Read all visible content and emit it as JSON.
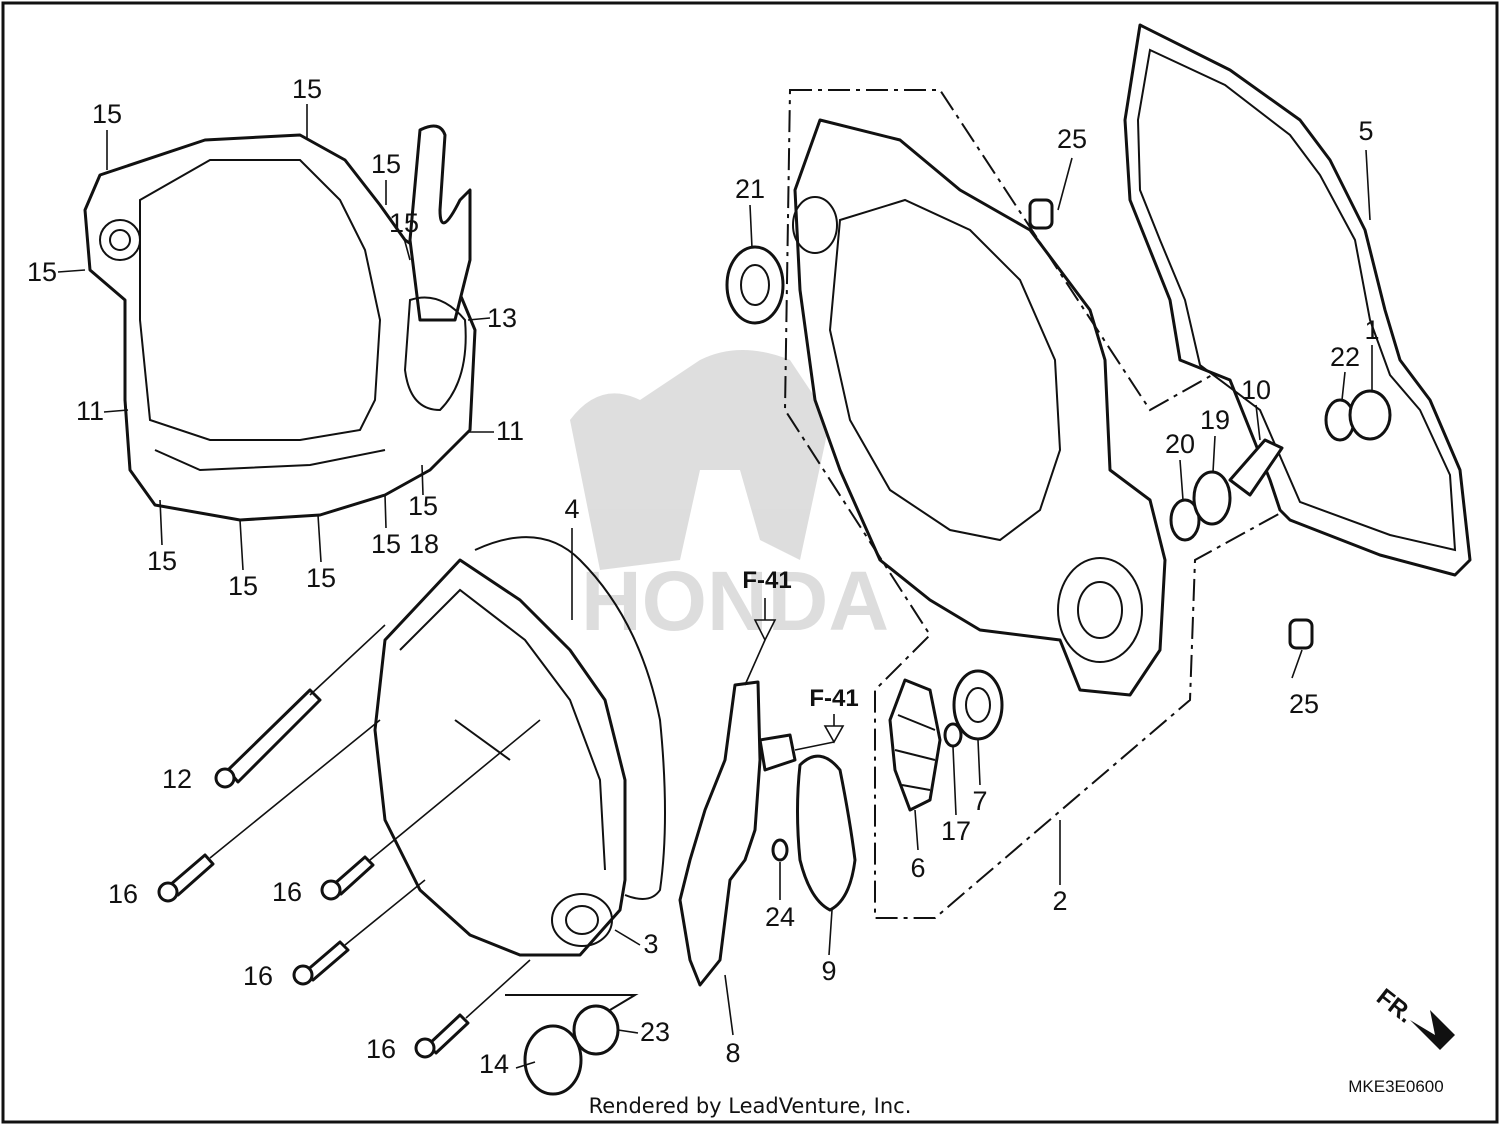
{
  "diagram": {
    "callouts": [
      {
        "id": "c15a",
        "label": "15"
      },
      {
        "id": "c15b",
        "label": "15"
      },
      {
        "id": "c15c",
        "label": "15"
      },
      {
        "id": "c15d",
        "label": "15"
      },
      {
        "id": "c15e",
        "label": "15"
      },
      {
        "id": "c15f",
        "label": "15"
      },
      {
        "id": "c15g",
        "label": "15"
      },
      {
        "id": "c15h",
        "label": "15"
      },
      {
        "id": "c15i",
        "label": "15"
      },
      {
        "id": "c15j",
        "label": "15"
      },
      {
        "id": "c13",
        "label": "13"
      },
      {
        "id": "c11a",
        "label": "11"
      },
      {
        "id": "c11b",
        "label": "11"
      },
      {
        "id": "c18",
        "label": "18"
      },
      {
        "id": "c4",
        "label": "4"
      },
      {
        "id": "c12",
        "label": "12"
      },
      {
        "id": "c16a",
        "label": "16"
      },
      {
        "id": "c16b",
        "label": "16"
      },
      {
        "id": "c16c",
        "label": "16"
      },
      {
        "id": "c16d",
        "label": "16"
      },
      {
        "id": "c3",
        "label": "3"
      },
      {
        "id": "c14",
        "label": "14"
      },
      {
        "id": "c23",
        "label": "23"
      },
      {
        "id": "c8",
        "label": "8"
      },
      {
        "id": "c24",
        "label": "24"
      },
      {
        "id": "c9",
        "label": "9"
      },
      {
        "id": "c21",
        "label": "21"
      },
      {
        "id": "c25a",
        "label": "25"
      },
      {
        "id": "c25b",
        "label": "25"
      },
      {
        "id": "c6",
        "label": "6"
      },
      {
        "id": "c17",
        "label": "17"
      },
      {
        "id": "c7",
        "label": "7"
      },
      {
        "id": "c2",
        "label": "2"
      },
      {
        "id": "c5",
        "label": "5"
      },
      {
        "id": "c22",
        "label": "22"
      },
      {
        "id": "c1",
        "label": "1"
      },
      {
        "id": "c10",
        "label": "10"
      },
      {
        "id": "c19",
        "label": "19"
      },
      {
        "id": "c20",
        "label": "20"
      }
    ],
    "refs": [
      {
        "id": "ref-a",
        "label": "F-41"
      },
      {
        "id": "ref-b",
        "label": "F-41"
      }
    ],
    "direction_label": "FR.",
    "watermark": "HONDA",
    "diagram_code": "MKE3E0600",
    "credit": "Rendered by LeadVenture, Inc."
  }
}
